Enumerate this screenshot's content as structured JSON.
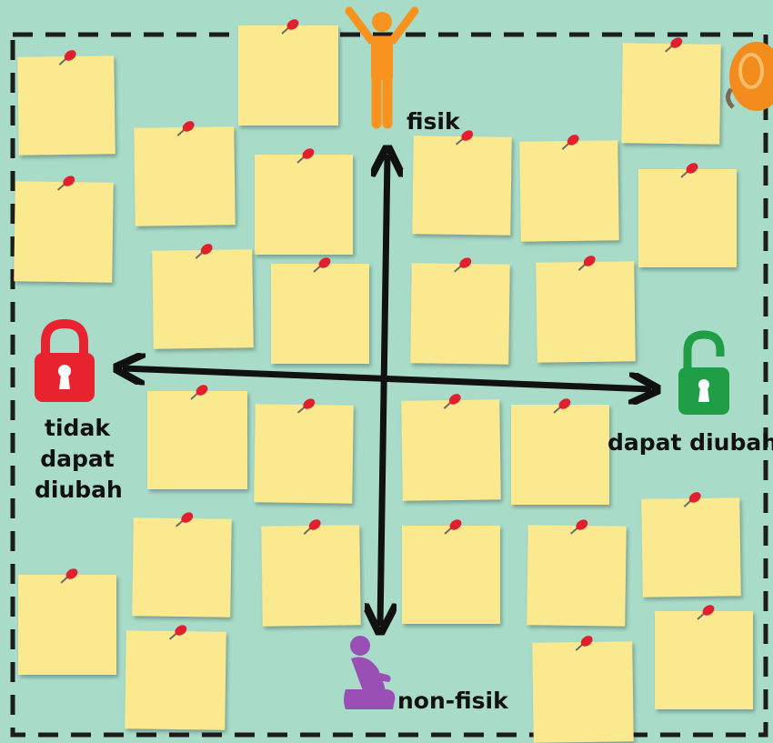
{
  "labels": {
    "top": "fisik",
    "bottom": "non-fisik",
    "left": [
      "tidak",
      "dapat",
      "diubah"
    ],
    "right": "dapat diubah"
  },
  "icons": {
    "top": "person-arms-raised-icon",
    "bottom": "kneeling-person-icon",
    "left": "locked-padlock-icon",
    "right": "unlocked-padlock-icon",
    "corner": "orange-pin-head-icon"
  },
  "colors": {
    "background": "#a8dcc9",
    "note": "#fbe98f",
    "pin": "#e0212d",
    "axis": "#111111",
    "border": "#1c1c1c",
    "fisik_icon": "#f7931e",
    "non_fisik_icon": "#9a4fb4",
    "locked": "#e8222f",
    "unlocked": "#1f9e45"
  }
}
